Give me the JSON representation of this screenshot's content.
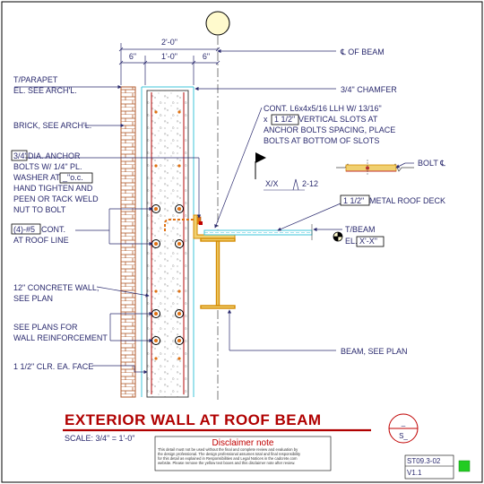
{
  "grid_bubble_top": "",
  "dims": {
    "overall": "2'-0\"",
    "left": "6\"",
    "middle": "1'-0\"",
    "right": "6\""
  },
  "notes": {
    "t_parapet_1": "T/PARAPET",
    "t_parapet_2": "EL. SEE ARCH'L.",
    "brick": "BRICK, SEE ARCH'L.",
    "anchor_1a": "3/4\"",
    "anchor_1b": " DIA. ANCHOR",
    "anchor_2": "BOLTS W/ 1/4\" PL.",
    "anchor_3a": "WASHER AT ",
    "anchor_3b": "_\"o.c.",
    "anchor_4": "HAND TIGHTEN AND",
    "anchor_5": "PEEN OR TACK WELD",
    "anchor_6": "NUT TO BOLT",
    "cont_1a": "(4)-#5",
    "cont_1b": " CONT.",
    "cont_2": "AT ROOF LINE",
    "concrete_1": "12\" CONCRETE WALL,",
    "concrete_2": "SEE PLAN",
    "reinf_1": "SEE PLANS FOR",
    "reinf_2": "WALL REINFORCEMENT",
    "clr": "1 1/2\" CLR. EA. FACE",
    "cl_beam": "℄ OF BEAM",
    "chamfer": "3/4\" CHAMFER",
    "angle_1": "CONT. L6x4x5/16 LLH W/ 13/16\"",
    "angle_2a": "x ",
    "angle_2b": "1 1/2\"",
    "angle_2c": " VERTICAL SLOTS AT",
    "angle_3": "ANCHOR BOLTS SPACING, PLACE",
    "angle_4": "BOLTS AT BOTTOM OF SLOTS",
    "bolt_cl": "BOLT ℄",
    "slope": "X/X",
    "slope_2": "2-12",
    "deck_a": "1 1/2\"",
    "deck_b": " METAL ROOF DECK",
    "t_beam": "T/BEAM",
    "el_a": "EL. ",
    "el_b": "X'-X\"",
    "beam": "BEAM, SEE PLAN"
  },
  "title_block": {
    "title": "EXTERIOR WALL AT ROOF BEAM",
    "scale": "SCALE: 3/4\" = 1'-0\"",
    "section_top": "_",
    "section_bottom": "S_",
    "disclaimer_title": "Disclaimer note",
    "disclaimer_lines": [
      "This detail must not be used without the final and complete review and evaluation by",
      "the design professional. The design professional assumes total and final responsibility",
      "for this detail as explained in Responsibilities and Legal Notices in the cadcrete.com",
      "website. Please remove the yellow text boxes and this disclaimer note after review."
    ],
    "sheet_number": "ST09.3-02",
    "version": "V1.1"
  },
  "colors": {
    "annotation": "#2a2a6e",
    "title": "#b00000",
    "brick": "#b05a2c",
    "concrete": "#c9c9c9",
    "rebar": "#e07010",
    "steel": "#d48a00",
    "cyan": "#3fc6d8",
    "status": "#22cc22"
  }
}
